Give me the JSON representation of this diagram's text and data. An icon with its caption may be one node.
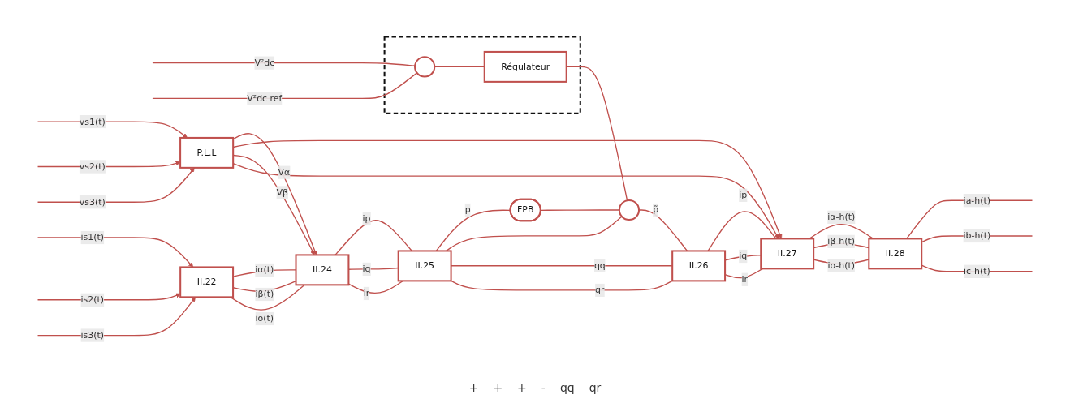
{
  "diagram": {
    "nodes": [
      {
        "text": [
          "P.L.L"
        ]
      },
      {
        "text": [
          "II.22"
        ]
      },
      {
        "text": [
          "II.24"
        ]
      },
      {
        "text": [
          "II.25"
        ]
      },
      {
        "text": [
          "FPB"
        ]
      },
      {
        "text": [],
        "shape": "box"
      },
      {
        "text": [],
        "shape": "circle",
        "in": 5
      },
      {
        "text": [
          "Régulateur"
        ],
        "in": 5
      },
      {
        "text": [],
        "shape": "circle"
      },
      {
        "text": [
          "II.26"
        ]
      },
      {
        "text": [
          "II.27"
        ]
      },
      {
        "text": [
          "II.28"
        ]
      }
    ],
    "edges": [
      {
        "from": null,
        "to": 0,
        "arrow": "to",
        "label": "vs1(t)"
      },
      {
        "from": null,
        "to": 0,
        "arrow": "to",
        "label": "vs2(t)"
      },
      {
        "from": null,
        "to": 0,
        "arrow": "to",
        "label": "vs3(t)"
      },
      {
        "from": 0,
        "to": 2,
        "arrow": "to",
        "label": "Vα"
      },
      {
        "from": 0,
        "to": 10,
        "arrow": "to"
      },
      {
        "from": 0,
        "to": 2,
        "arrow": "to",
        "label": "Vβ"
      },
      {
        "from": 0,
        "to": 10,
        "arrow": "to"
      },
      {
        "from": null,
        "to": 1,
        "arrow": "to",
        "label": "is1(t)"
      },
      {
        "from": null,
        "to": 1,
        "arrow": "to",
        "label": "is2(t)"
      },
      {
        "from": null,
        "to": 1,
        "arrow": "to",
        "label": "is3(t)"
      },
      {
        "from": 1,
        "to": 2,
        "arrow": "none",
        "label": "iα(t)"
      },
      {
        "from": 1,
        "to": 2,
        "arrow": "none",
        "label": "iβ(t)"
      },
      {
        "from": 1,
        "to": 2,
        "arrow": "none",
        "label": "io(t)"
      },
      {
        "from": 2,
        "to": 3,
        "arrow": "none",
        "label": "ip"
      },
      {
        "from": 2,
        "to": 3,
        "arrow": "none",
        "label": "iq"
      },
      {
        "from": 2,
        "to": 3,
        "arrow": "none",
        "label": "ir"
      },
      {
        "from": 3,
        "to": 4,
        "arrow": "none",
        "label": "p"
      },
      {
        "from": 3,
        "to": 8,
        "arrow": "none"
      },
      {
        "from": 4,
        "to": 8,
        "arrow": "none"
      },
      {
        "from": null,
        "to": 6,
        "arrow": "none",
        "label": "V²dc"
      },
      {
        "from": null,
        "to": 6,
        "arrow": "none",
        "label": "V²dc ref"
      },
      {
        "from": 6,
        "to": 7,
        "arrow": "none"
      },
      {
        "from": 7,
        "to": 8,
        "arrow": "none"
      },
      {
        "from": 8,
        "to": 9,
        "arrow": "none",
        "label": "p̃"
      },
      {
        "from": 3,
        "to": 9,
        "arrow": "none",
        "label": "qq"
      },
      {
        "from": 3,
        "to": 9,
        "arrow": "none",
        "label": "qr"
      },
      {
        "from": 9,
        "to": 10,
        "arrow": "none",
        "label": "ip"
      },
      {
        "from": 9,
        "to": 10,
        "arrow": "none",
        "label": "iq"
      },
      {
        "from": 9,
        "to": 10,
        "arrow": "none",
        "label": "ir"
      },
      {
        "from": 10,
        "to": 11,
        "arrow": "none",
        "label": "iα-h(t)"
      },
      {
        "from": 10,
        "to": 11,
        "arrow": "none",
        "label": "iβ-h(t)"
      },
      {
        "from": 10,
        "to": 11,
        "arrow": "none",
        "label": "io-h(t)"
      },
      {
        "from": 11,
        "to": null,
        "arrow": "none",
        "label": "ia-h(t)"
      },
      {
        "from": 11,
        "to": null,
        "arrow": "none",
        "label": "ib-h(t)"
      },
      {
        "from": 11,
        "to": null,
        "arrow": "none",
        "label": "ic-h(t)"
      }
    ],
    "labels": [
      "+",
      "+",
      "+",
      "-",
      "qq",
      "qr"
    ]
  }
}
